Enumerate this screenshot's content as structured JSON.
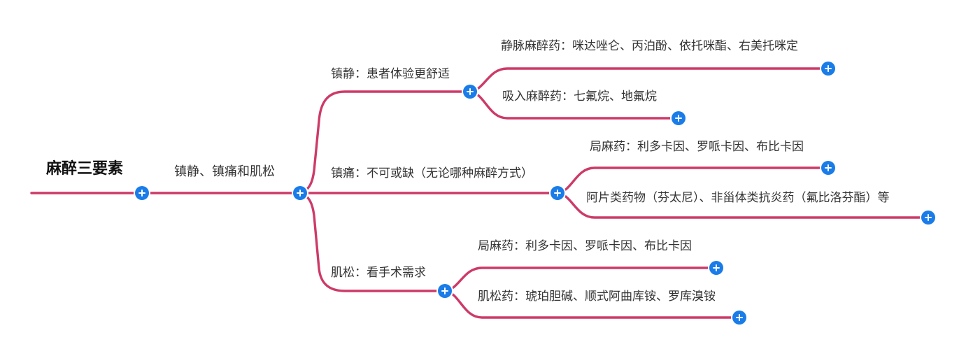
{
  "colors": {
    "background": "#ffffff",
    "branch_line": "#cd3a68",
    "add_button": "#1a7ce8",
    "text": "#333333",
    "root_text": "#111111"
  },
  "mindmap": {
    "root": {
      "label": "麻醉三要素"
    },
    "summary": {
      "label": "镇静、镇痛和肌松"
    },
    "branches": [
      {
        "label": "镇静：患者体验更舒适",
        "children": [
          "静脉麻醉药：咪达唑仑、丙泊酚、依托咪酯、右美托咪定",
          "吸入麻醉药：七氟烷、地氟烷"
        ]
      },
      {
        "label": "镇痛：不可或缺（无论哪种麻醉方式）",
        "children": [
          "局麻药：利多卡因、罗哌卡因、布比卡因",
          "阿片类药物（芬太尼）、非甾体类抗炎药（氟比洛芬酯）等"
        ]
      },
      {
        "label": "肌松：看手术需求",
        "children": [
          "局麻药：利多卡因、罗哌卡因、布比卡因",
          "肌松药：琥珀胆碱、顺式阿曲库铵、罗库溴铵"
        ]
      }
    ]
  }
}
